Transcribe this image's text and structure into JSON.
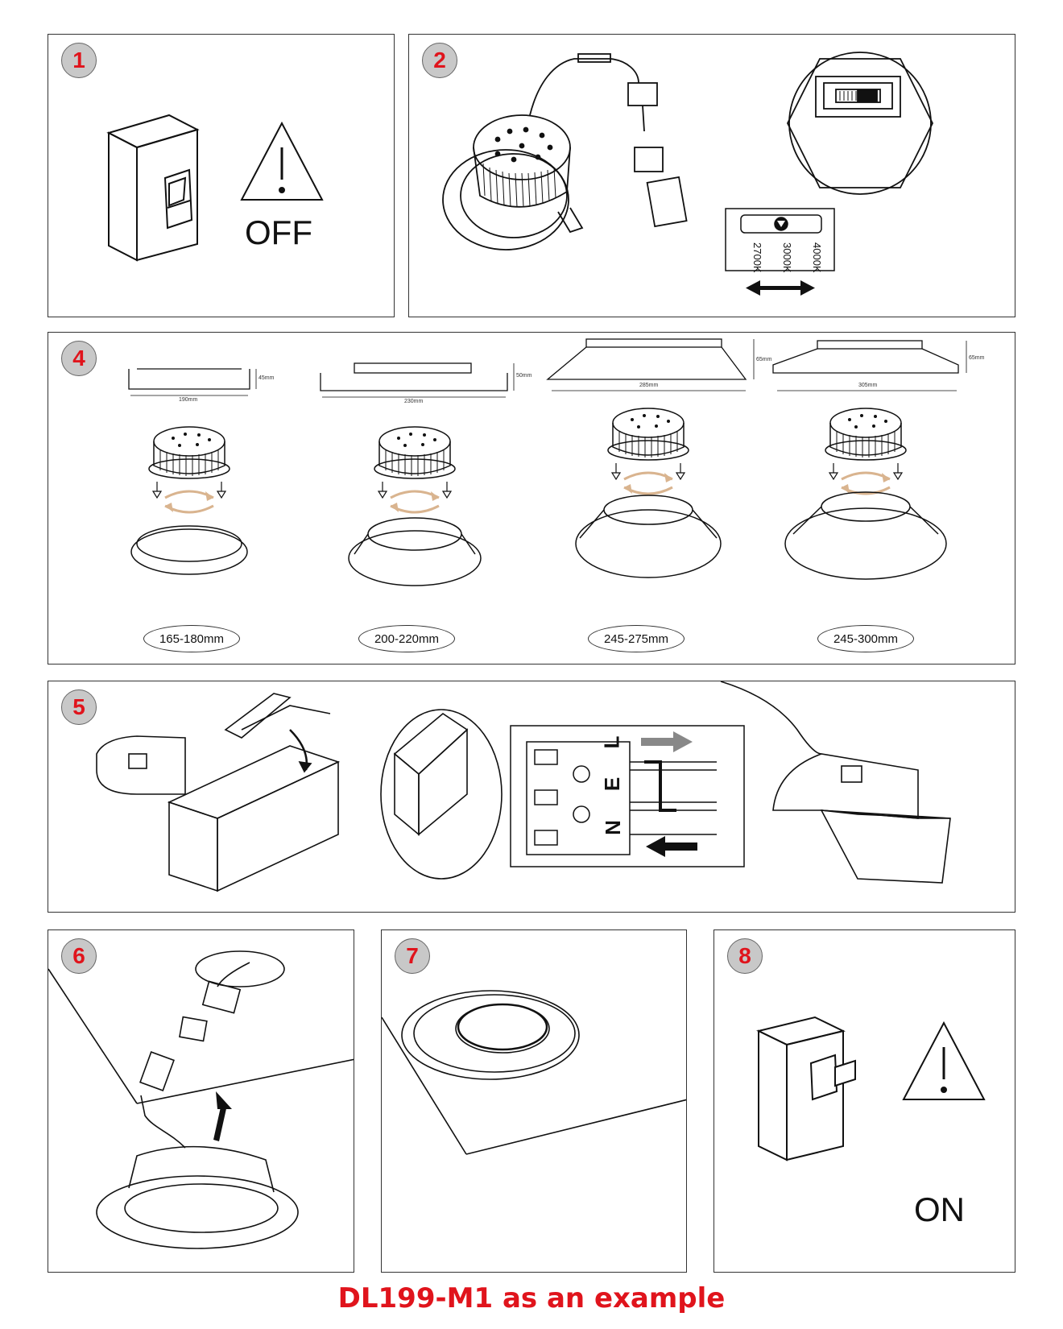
{
  "steps": [
    {
      "number": "1",
      "label": "OFF"
    },
    {
      "number": "2"
    },
    {
      "number": "4"
    },
    {
      "number": "5"
    },
    {
      "number": "6"
    },
    {
      "number": "7"
    },
    {
      "number": "8",
      "label": "ON"
    }
  ],
  "cct_options": [
    "2700K",
    "3000K",
    "4000K"
  ],
  "variants": [
    {
      "width": "190mm",
      "height": "45mm",
      "cutout": "165-180mm"
    },
    {
      "width": "230mm",
      "height": "50mm",
      "cutout": "200-220mm"
    },
    {
      "width": "285mm",
      "height": "65mm",
      "cutout": "245-275mm"
    },
    {
      "width": "305mm",
      "height": "65mm",
      "cutout": "245-300mm"
    }
  ],
  "terminal_letters": [
    "N",
    "E",
    "L"
  ],
  "footer": "DL199-M1 as an example"
}
